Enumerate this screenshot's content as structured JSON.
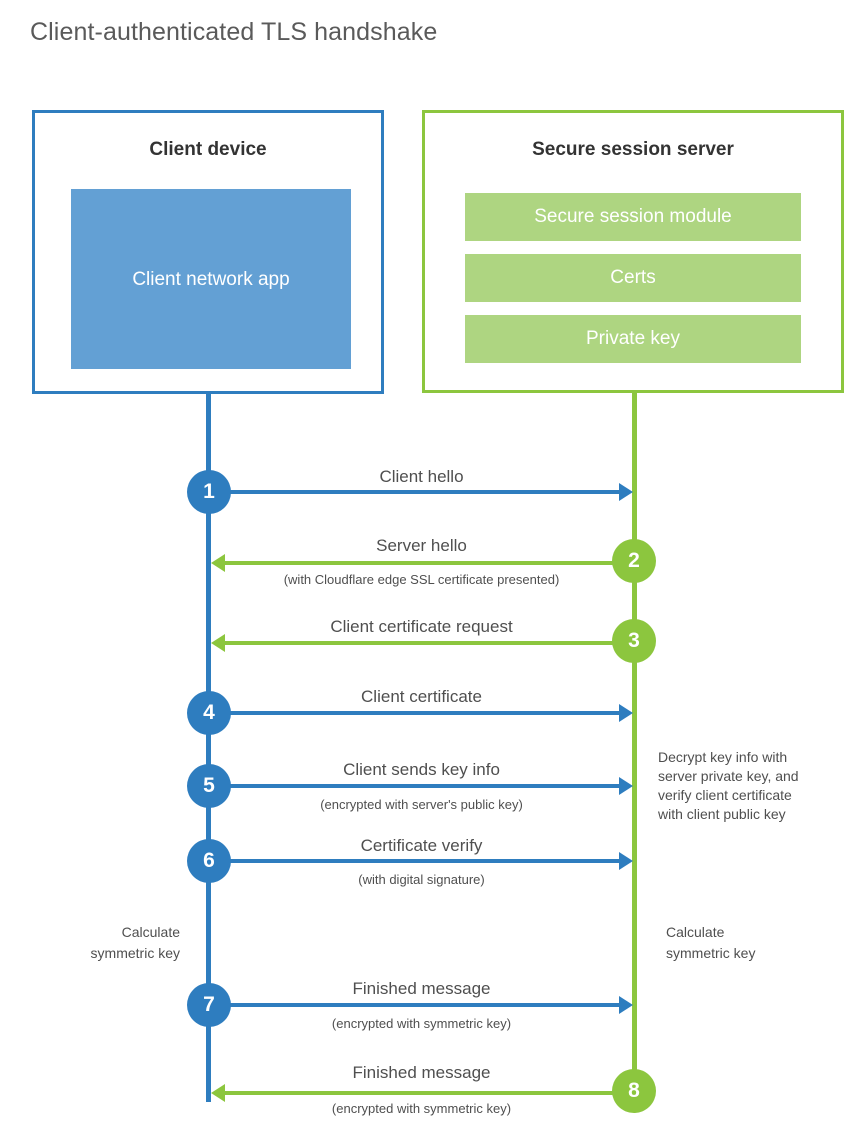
{
  "title": "Client-authenticated TLS handshake",
  "colors": {
    "blue": "#2E7DBF",
    "blue_fill": "#63A0D4",
    "green": "#8CC63E",
    "green_fill": "#AED581",
    "text": "#4f4f4f",
    "heading": "#333333",
    "background": "#ffffff"
  },
  "client": {
    "title": "Client device",
    "app_label_line1": "Client network",
    "app_label_line2": "app"
  },
  "server": {
    "title": "Secure session server",
    "bars": [
      {
        "label": "Secure session module"
      },
      {
        "label": "Certs"
      },
      {
        "label": "Private key"
      }
    ]
  },
  "steps": [
    {
      "number": "1",
      "label": "Client hello",
      "sub": "",
      "direction": "client-to-server",
      "color": "blue"
    },
    {
      "number": "2",
      "label": "Server hello",
      "sub": "(with Cloudflare edge SSL certificate presented)",
      "direction": "server-to-client",
      "color": "green"
    },
    {
      "number": "3",
      "label": "Client certificate request",
      "sub": "",
      "direction": "server-to-client",
      "color": "green"
    },
    {
      "number": "4",
      "label": "Client certificate",
      "sub": "",
      "direction": "client-to-server",
      "color": "blue"
    },
    {
      "number": "5",
      "label": "Client sends key info",
      "sub": "(encrypted with server's public key)",
      "direction": "client-to-server",
      "color": "blue"
    },
    {
      "number": "6",
      "label": "Certificate verify",
      "sub": "(with digital signature)",
      "direction": "client-to-server",
      "color": "blue"
    },
    {
      "number": "7",
      "label": "Finished message",
      "sub": "(encrypted with symmetric key)",
      "direction": "client-to-server",
      "color": "blue"
    },
    {
      "number": "8",
      "label": "Finished message",
      "sub": "(encrypted with symmetric key)",
      "direction": "server-to-client",
      "color": "green"
    }
  ],
  "notes": {
    "decrypt": {
      "line1": "Decrypt key info with",
      "line2": "server private key, and",
      "line3": "verify client certificate",
      "line4": "with client public key"
    },
    "client_symmetric_key": {
      "line1": "Calculate",
      "line2": "symmetric key"
    },
    "server_symmetric_key": {
      "line1": "Calculate",
      "line2": "symmetric key"
    }
  }
}
